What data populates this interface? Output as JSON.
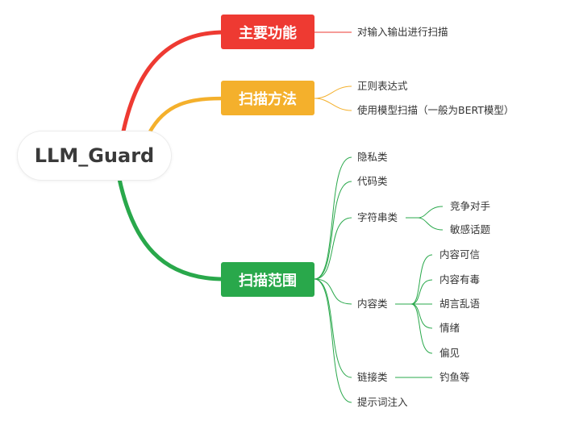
{
  "root": "LLM_Guard",
  "colors": {
    "red": "#ee3a32",
    "amber": "#f4b02c",
    "green": "#29a84b"
  },
  "branches": [
    {
      "label": "主要功能",
      "items": [
        "对输入输出进行扫描"
      ]
    },
    {
      "label": "扫描方法",
      "items": [
        "正则表达式",
        "使用模型扫描（一般为BERT模型）"
      ]
    },
    {
      "label": "扫描范围",
      "items": [
        {
          "label": "隐私类"
        },
        {
          "label": "代码类"
        },
        {
          "label": "字符串类",
          "children": [
            "竞争对手",
            "敏感话题"
          ]
        },
        {
          "label": "内容类",
          "children": [
            "内容可信",
            "内容有毒",
            "胡言乱语",
            "情绪",
            "偏见"
          ]
        },
        {
          "label": "链接类",
          "children": [
            "钓鱼等"
          ]
        },
        {
          "label": "提示词注入"
        }
      ]
    }
  ]
}
